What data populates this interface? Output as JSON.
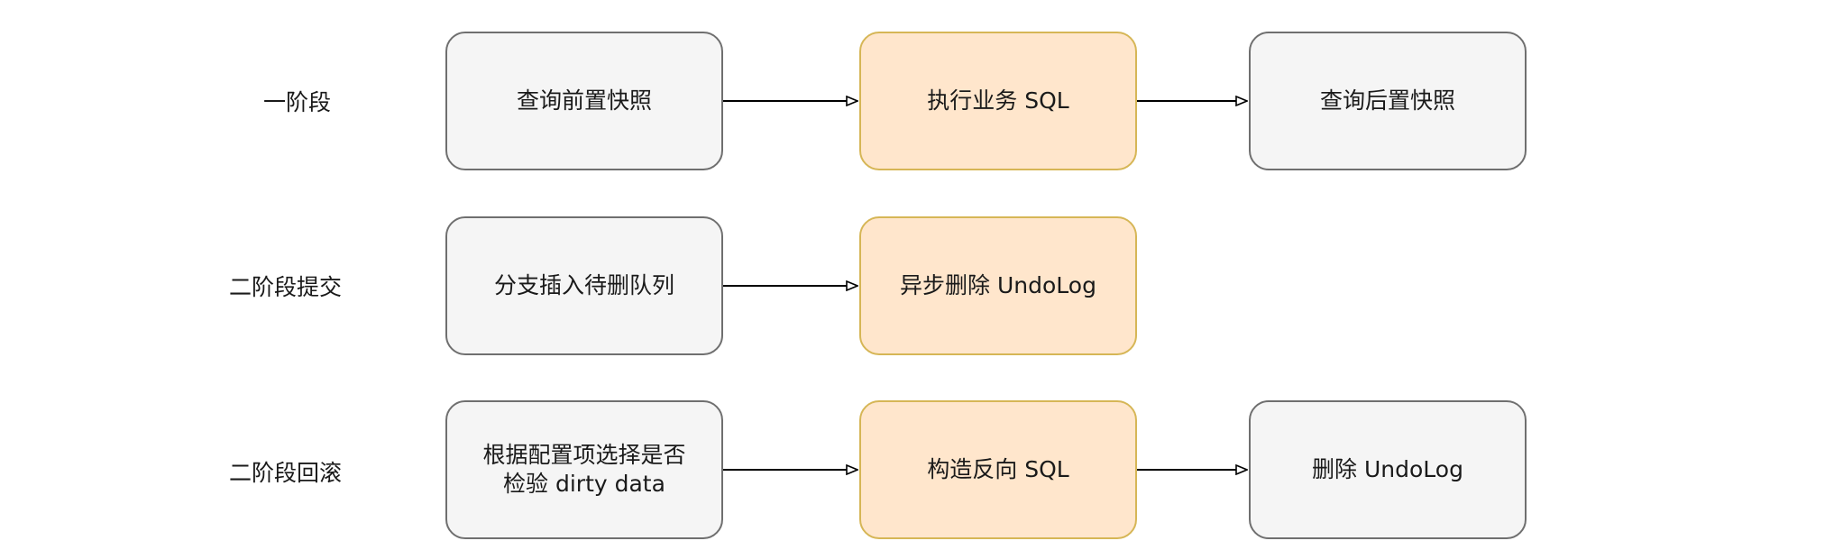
{
  "rows": [
    {
      "label": "一阶段",
      "steps": [
        "查询前置快照",
        "执行业务 SQL",
        "查询后置快照"
      ]
    },
    {
      "label": "二阶段提交",
      "steps": [
        "分支插入待删队列",
        "异步删除 UndoLog"
      ]
    },
    {
      "label": "二阶段回滚",
      "steps": [
        "根据配置项选择是否\n检验 dirty data",
        "构造反向 SQL",
        "删除 UndoLog"
      ]
    }
  ],
  "colors": {
    "gray_fill": "#f5f5f5",
    "gray_stroke": "#6f6f6f",
    "orange_fill": "#ffe6cc",
    "orange_stroke": "#d6b656",
    "arrow": "#000000"
  }
}
